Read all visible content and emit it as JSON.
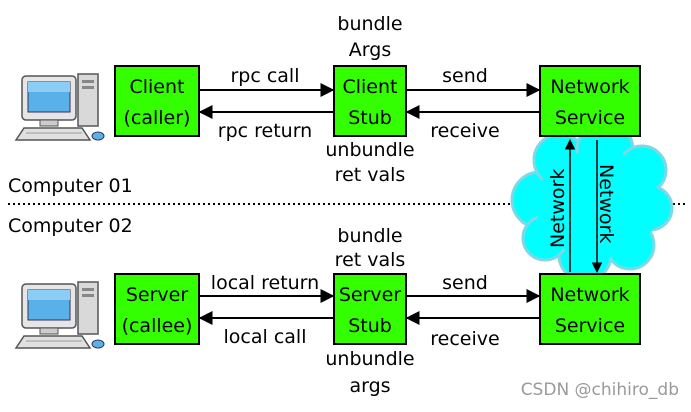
{
  "top": {
    "client_box": [
      "Client",
      "(caller)"
    ],
    "client_stub_box": [
      "Client",
      "Stub"
    ],
    "network_service_box": [
      "Network",
      "Service"
    ],
    "above_stub": [
      "bundle",
      "Args"
    ],
    "below_stub": [
      "unbundle",
      "ret vals"
    ],
    "arrow_call": "rpc call",
    "arrow_return": "rpc return",
    "arrow_send": "send",
    "arrow_receive": "receive"
  },
  "bottom": {
    "server_box": [
      "Server",
      "(callee)"
    ],
    "server_stub_box": [
      "Server",
      "Stub"
    ],
    "network_service_box": [
      "Network",
      "Service"
    ],
    "above_stub": [
      "bundle",
      "ret vals"
    ],
    "below_stub": [
      "unbundle",
      "args"
    ],
    "arrow_local_return": "local return",
    "arrow_local_call": "local call",
    "arrow_send": "send",
    "arrow_receive": "receive"
  },
  "computer_labels": [
    "Computer 01",
    "Computer 02"
  ],
  "network_labels": [
    "Network",
    "Network"
  ],
  "watermark": "CSDN @chihiro_db",
  "colors": {
    "box_fill": "#33ff00",
    "cloud_fill": "#00ffff",
    "cloud_stroke": "#7fd8e6",
    "line": "#000000",
    "watermark": "#9a9a9a"
  },
  "icons": [
    "computer-icon",
    "computer-icon"
  ]
}
